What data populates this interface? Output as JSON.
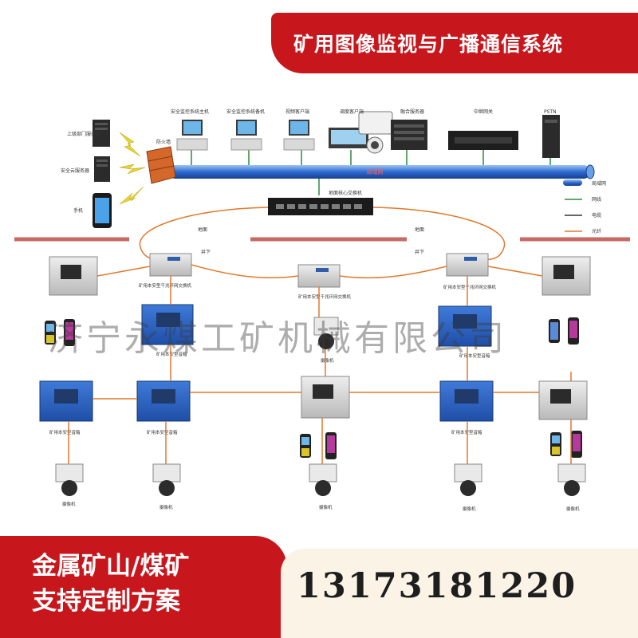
{
  "header": {
    "title": "矿用图像监视与广播通信系统"
  },
  "watermark": "济宁永煤工矿机械有限公司",
  "footer": {
    "line1": "金属矿山/煤矿",
    "line2": "支持定制方案",
    "phone": "13173181220"
  },
  "diagram": {
    "top_devices": {
      "upper_server": "上级部门服务器",
      "safety_cloud": "安全云服务器",
      "mobile": "手机",
      "firewall": "防火墙",
      "monitor_host": "安全监控系统主机",
      "monitor_standby": "安全监控系统备机",
      "video_client": "视频客户端",
      "dispatch_client": "调度客户端",
      "fusion_server": "融合服务器",
      "relay_gateway": "中继网关",
      "pstn": "PSTN",
      "lan_bar": "局域网",
      "core_switch": "地面核心交换机"
    },
    "legend": [
      {
        "label": "局域网",
        "color": "#3a6fd0"
      },
      {
        "label": "网线",
        "color": "#2f4fa0"
      },
      {
        "label": "电缆",
        "color": "#333333"
      },
      {
        "label": "光纤",
        "color": "#e0792c"
      }
    ],
    "zones": {
      "surface_left": "地面",
      "surface_right": "地面",
      "underground_left": "井下",
      "underground_right": "井下"
    },
    "ring_switch_left": "矿用本安型千兆环网交换机",
    "ring_switch_center": "矿用本安型千兆环网交换机",
    "ring_switch_right": "矿用本安型千兆环网交换机",
    "speaker_label": "矿用本安型音箱",
    "camera_label": "摄像机"
  }
}
